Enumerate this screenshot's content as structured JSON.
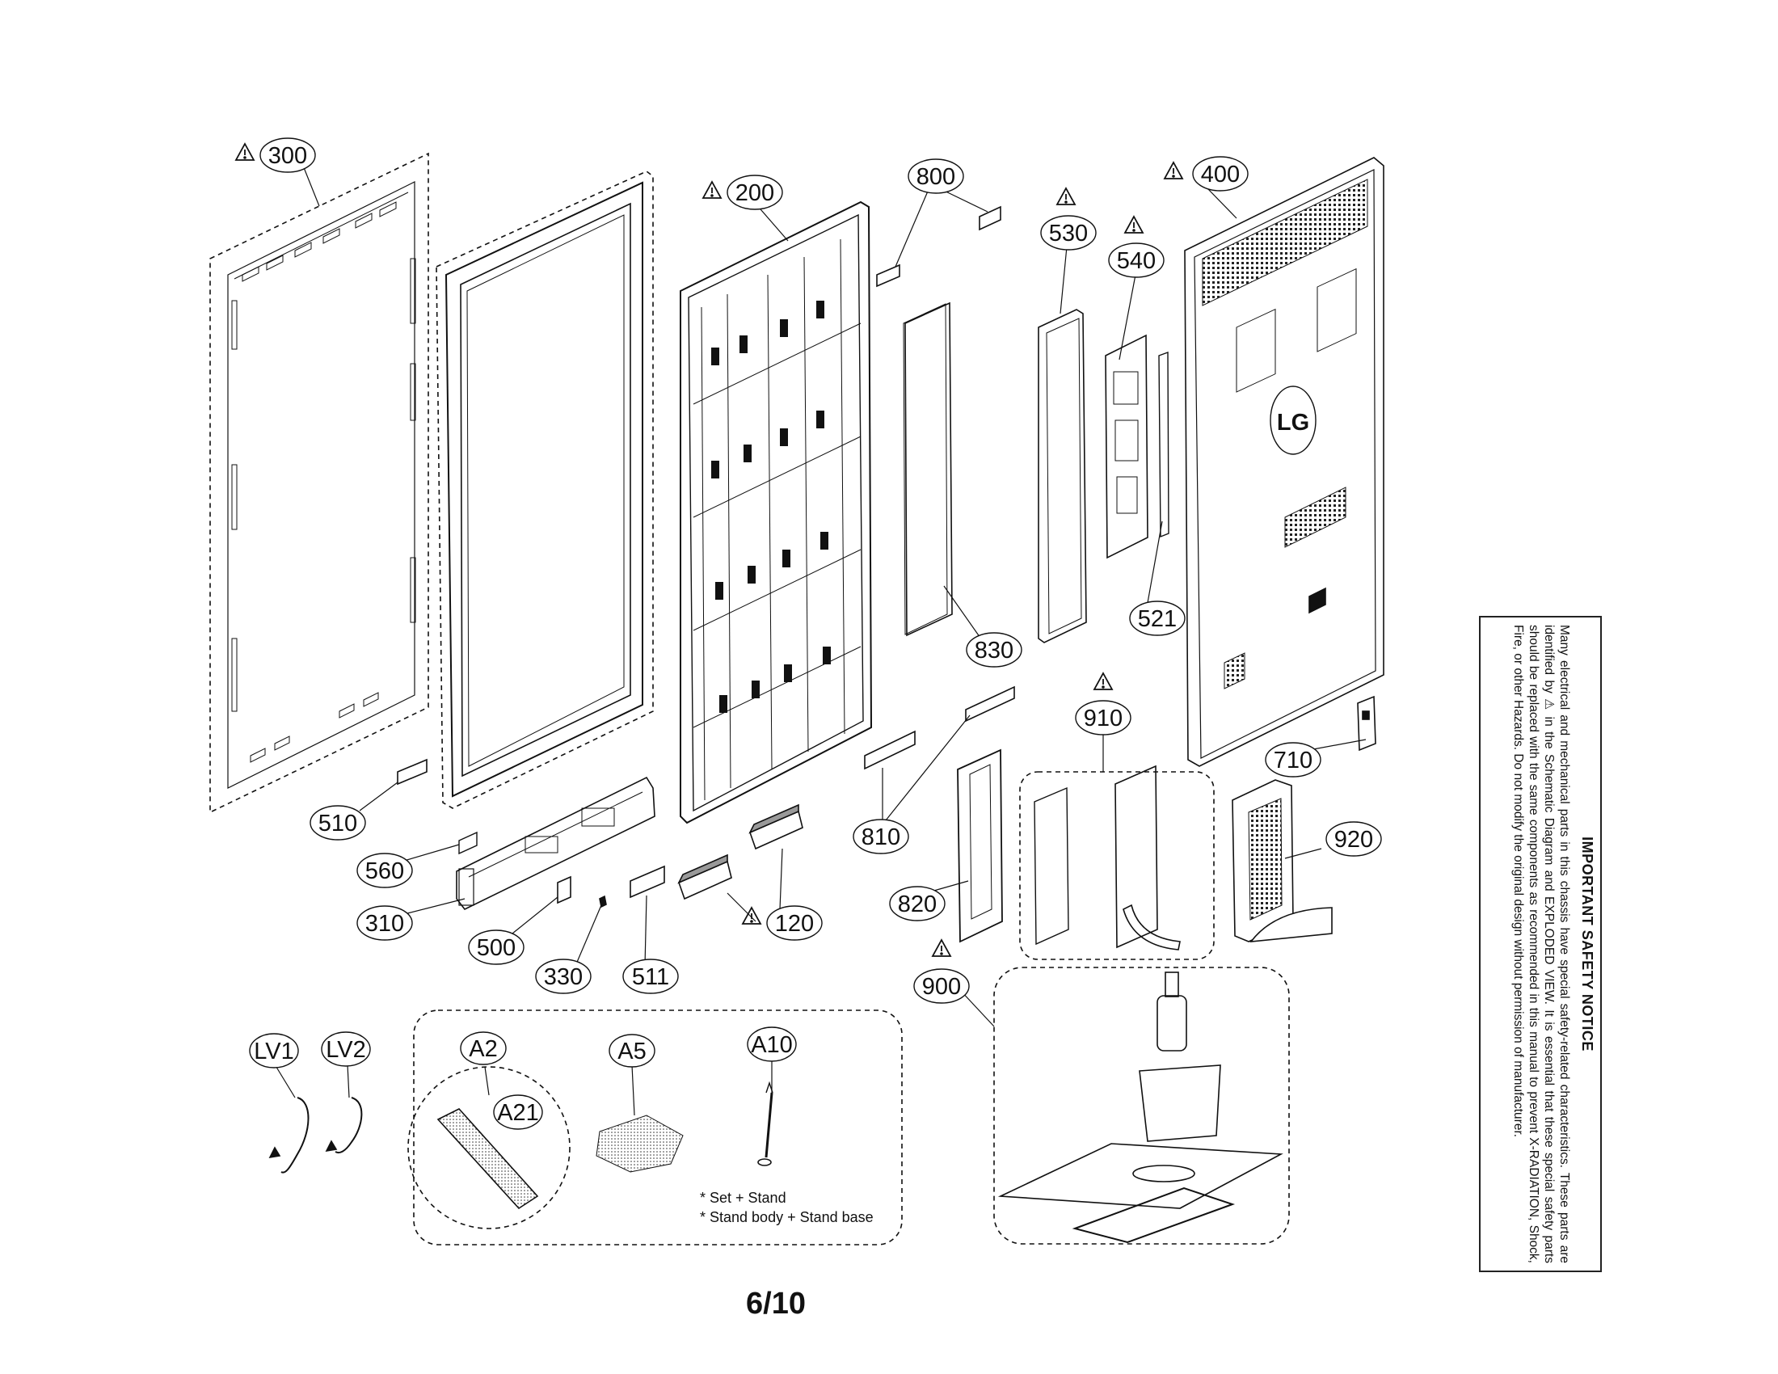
{
  "callouts": {
    "c300": "300",
    "c200": "200",
    "c800": "800",
    "c530": "530",
    "c540": "540",
    "c400": "400",
    "c830": "830",
    "c521": "521",
    "c910": "910",
    "c710": "710",
    "c920": "920",
    "c510": "510",
    "c560": "560",
    "c310": "310",
    "c500": "500",
    "c330": "330",
    "c511": "511",
    "c120": "120",
    "c810": "810",
    "c820": "820",
    "c900": "900",
    "cLV1": "LV1",
    "cLV2": "LV2",
    "cA2": "A2",
    "cA21": "A21",
    "cA5": "A5",
    "cA10": "A10"
  },
  "notes": {
    "line1": "* Set + Stand",
    "line2": "* Stand body + Stand base"
  },
  "brand": "LG",
  "notice": {
    "title": "IMPORTANT SAFETY NOTICE",
    "body": "Many electrical and mechanical parts in this chassis have special safety-related characteristics. These parts are identified by ⚠ in the Schematic Diagram and EXPLODED VIEW. It is essential that these special safety parts should be replaced with the same components as recommended in this manual to prevent X-RADIATION, Shock, Fire, or other Hazards. Do not modify the original design without permission of manufacturer."
  },
  "page_number": "6/10"
}
